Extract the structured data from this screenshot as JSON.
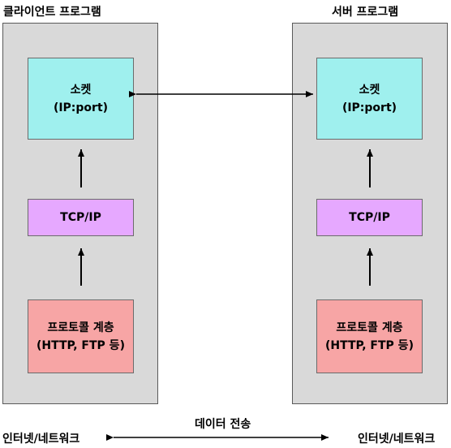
{
  "client": {
    "title": "클라이언트 프로그램",
    "socket_line1": "소켓",
    "socket_line2": "(IP:port)",
    "tcp_label": "TCP/IP",
    "protocol_line1": "프로토콜 계층",
    "protocol_line2": "(HTTP, FTP 등)"
  },
  "server": {
    "title": "서버 프로그램",
    "socket_line1": "소켓",
    "socket_line2": "(IP:port)",
    "tcp_label": "TCP/IP",
    "protocol_line1": "프로토콜 계층",
    "protocol_line2": "(HTTP, FTP 등)"
  },
  "network": {
    "left_label": "인터넷/네트워크",
    "right_label": "인터넷/네트워크",
    "transfer_label": "데이터 전송"
  },
  "colors": {
    "panel": "#d9d9d9",
    "socket": "#9ff0ee",
    "tcp": "#e6a8ff",
    "protocol": "#f7a5a5"
  }
}
